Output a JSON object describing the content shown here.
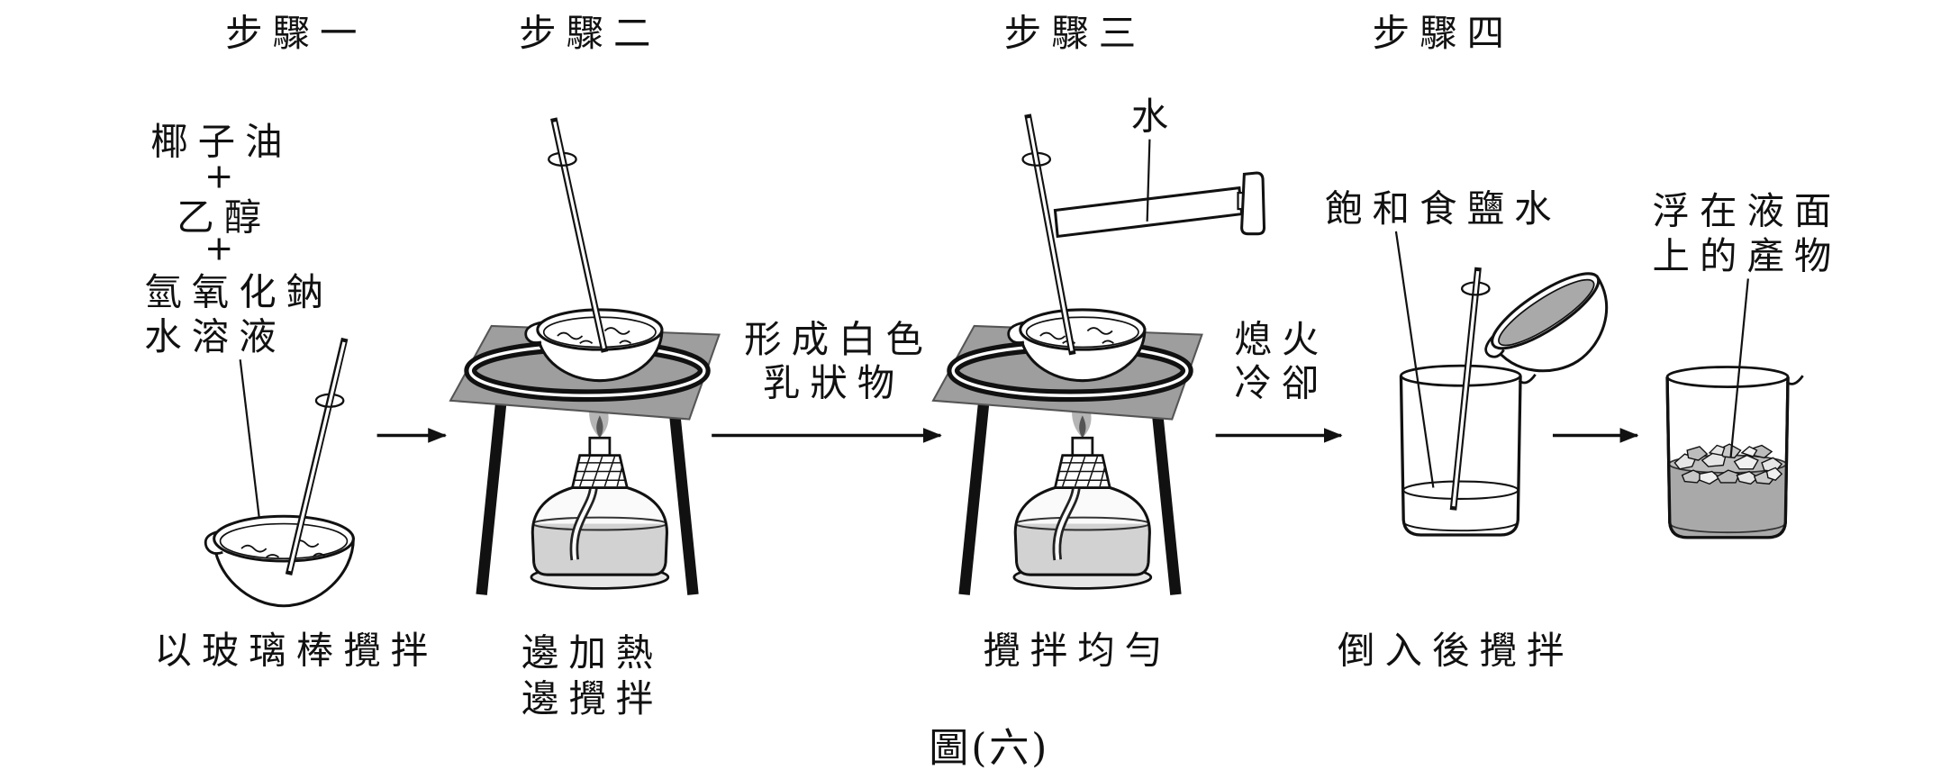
{
  "figure": {
    "caption": "圖(六)",
    "steps": [
      {
        "title": "步驟一",
        "ingredients_lines": [
          "椰子油",
          "+",
          "乙醇",
          "+",
          "氫氧化鈉",
          "水溶液"
        ],
        "caption_lines": [
          "以玻璃棒攪拌"
        ]
      },
      {
        "title": "步驟二",
        "caption_lines": [
          "邊加熱",
          "邊攪拌"
        ]
      },
      {
        "title": "步驟三",
        "added_label": "水",
        "caption_lines": [
          "攪拌均勻"
        ]
      },
      {
        "title": "步驟四",
        "added_label": "飽和食鹽水",
        "caption_lines": [
          "倒入後攪拌"
        ],
        "result_label_lines": [
          "浮在液面",
          "上的產物"
        ]
      }
    ],
    "transitions": [
      {
        "lines": []
      },
      {
        "lines": [
          "形成白色",
          "乳狀物"
        ]
      },
      {
        "lines": [
          "熄火",
          "冷卻"
        ]
      },
      {
        "lines": []
      }
    ]
  },
  "colors": {
    "ink": "#111111",
    "gauze": "#9e9e9e",
    "liquid": "#a9a9a9",
    "lamp_fuel": "#d2d2d2"
  }
}
